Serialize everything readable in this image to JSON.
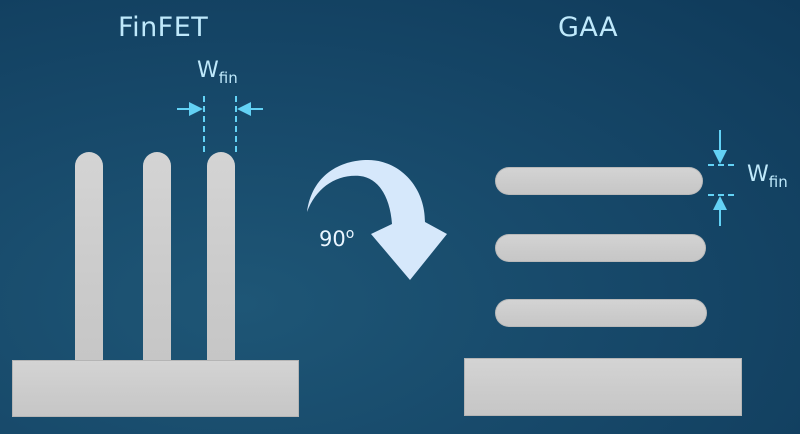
{
  "left_panel": {
    "title": "FinFET",
    "dimension_label": "W",
    "dimension_subscript": "fin",
    "fin_count": 3
  },
  "right_panel": {
    "title": "GAA",
    "dimension_label": "W",
    "dimension_subscript": "fin",
    "sheet_count": 3
  },
  "rotation": {
    "angle_value": "90",
    "angle_unit": "o"
  },
  "colors": {
    "background": "#17496a",
    "accent": "#63d2f5",
    "title_text": "#bfe9fb",
    "material": "#cfcfcf",
    "arrow": "#d6e8fb"
  }
}
